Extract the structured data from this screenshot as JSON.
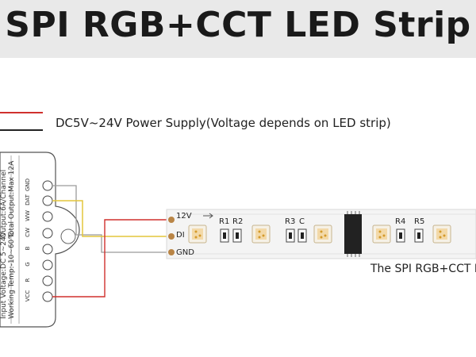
{
  "title": "SPI RGB+CCT LED Strip",
  "power_supply_label": "DC5V~24V Power Supply(Voltage depends on LED strip)",
  "strip_caption": "The SPI RGB+CCT LE",
  "strip_pins": [
    "12V",
    "DI",
    "GND"
  ],
  "resistor_labels": [
    "R1",
    "R2",
    "R3",
    "C",
    "R4",
    "R5"
  ],
  "controller": {
    "terminals": [
      "GND",
      "DAT",
      "WW",
      "CW",
      "B",
      "G",
      "R",
      "VCC"
    ],
    "specs": [
      "Input Voltage:DC 5~24V",
      "Working Temp:-10~60℃",
      "Output:6A/Channel",
      "Total Output:Max 12A"
    ]
  },
  "colors": {
    "header_bg": "#e9e9e9",
    "wire_red": "#d0312d",
    "wire_black": "#222222",
    "wire_yellow": "#e3c53c",
    "wire_grey": "#9b9b9b",
    "strip_bg": "#f4f4f4",
    "led_body": "#f3d9a8"
  }
}
